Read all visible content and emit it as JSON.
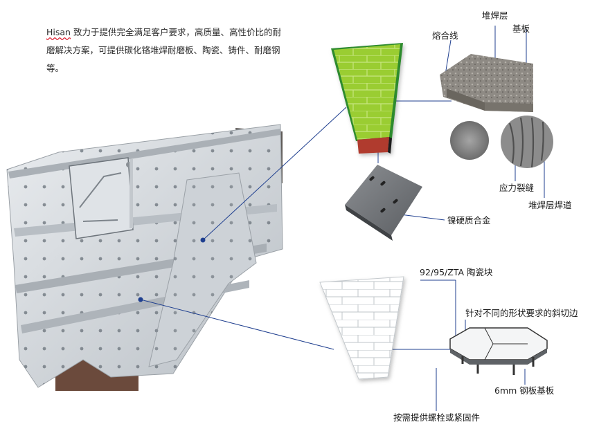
{
  "intro": {
    "brand": "Hisan",
    "text": " 致力于提供完全满足客户要求，高质量、高性价比的耐磨解决方案，可提供碳化铬堆焊耐磨板、陶瓷、铸件、耐磨钢等。"
  },
  "labels": {
    "overlay_layer": "堆焊层",
    "base_plate": "基板",
    "fusion_line": "熔合线",
    "stress_crack": "应力裂缝",
    "weld_bead": "堆焊层焊道",
    "ni_hard": "镍硬质合金",
    "ceramic_block": "92/95/ZTA 陶瓷块",
    "bevel_edge": "针对不同的形状要求的斜切边",
    "steel_base": "6mm 钢板基板",
    "bolts": "按需提供螺栓或紧固件"
  },
  "colors": {
    "wear_green": "#9acd32",
    "fusion_green": "#2e8b2e",
    "base_red": "#b03a2e",
    "leader_blue": "#1f3f8f",
    "machine_gray": "#d4d8dc"
  }
}
